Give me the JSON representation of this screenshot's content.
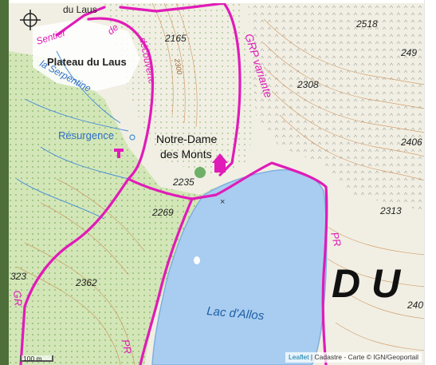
{
  "map": {
    "place_labels": {
      "plateau": "Plateau du Laus",
      "laus_top": "du Laus",
      "chapel_line1": "Notre-Dame",
      "chapel_line2": "des Monts",
      "lake": "Lac d'Allos",
      "resurgence": "Résurgence",
      "du_big": "D U"
    },
    "trail_labels": {
      "sentier": "Sentier",
      "de": "de",
      "decouverte": "découverte",
      "serpentine": "la Serpentine",
      "grp_variante": "GRP variante",
      "pr_right": "PR",
      "pr_bottom": "PR",
      "gr_left": "GR"
    },
    "elevations": {
      "e2165": "2165",
      "e2518": "2518",
      "e2308": "2308",
      "e2235": "2235",
      "e2269": "2269",
      "e2362": "2362",
      "e2313": "2313",
      "e2406": "2406",
      "e249": "249",
      "e240": "240",
      "e323": "323",
      "e2300": "2300"
    },
    "colors": {
      "trail": "#e01bb8",
      "lake": "#a9cdf0",
      "lake_shore": "#7fb0de",
      "forest": "#cfe3b5",
      "contour": "#c8844a",
      "stream": "#3f8ad6",
      "meadow_dot": "#5a9c3c"
    }
  },
  "scale": {
    "label": "100 m"
  },
  "attribution": {
    "leaflet": "Leaflet",
    "rest": " | Cadastre - Carte © IGN/Geoportail"
  }
}
